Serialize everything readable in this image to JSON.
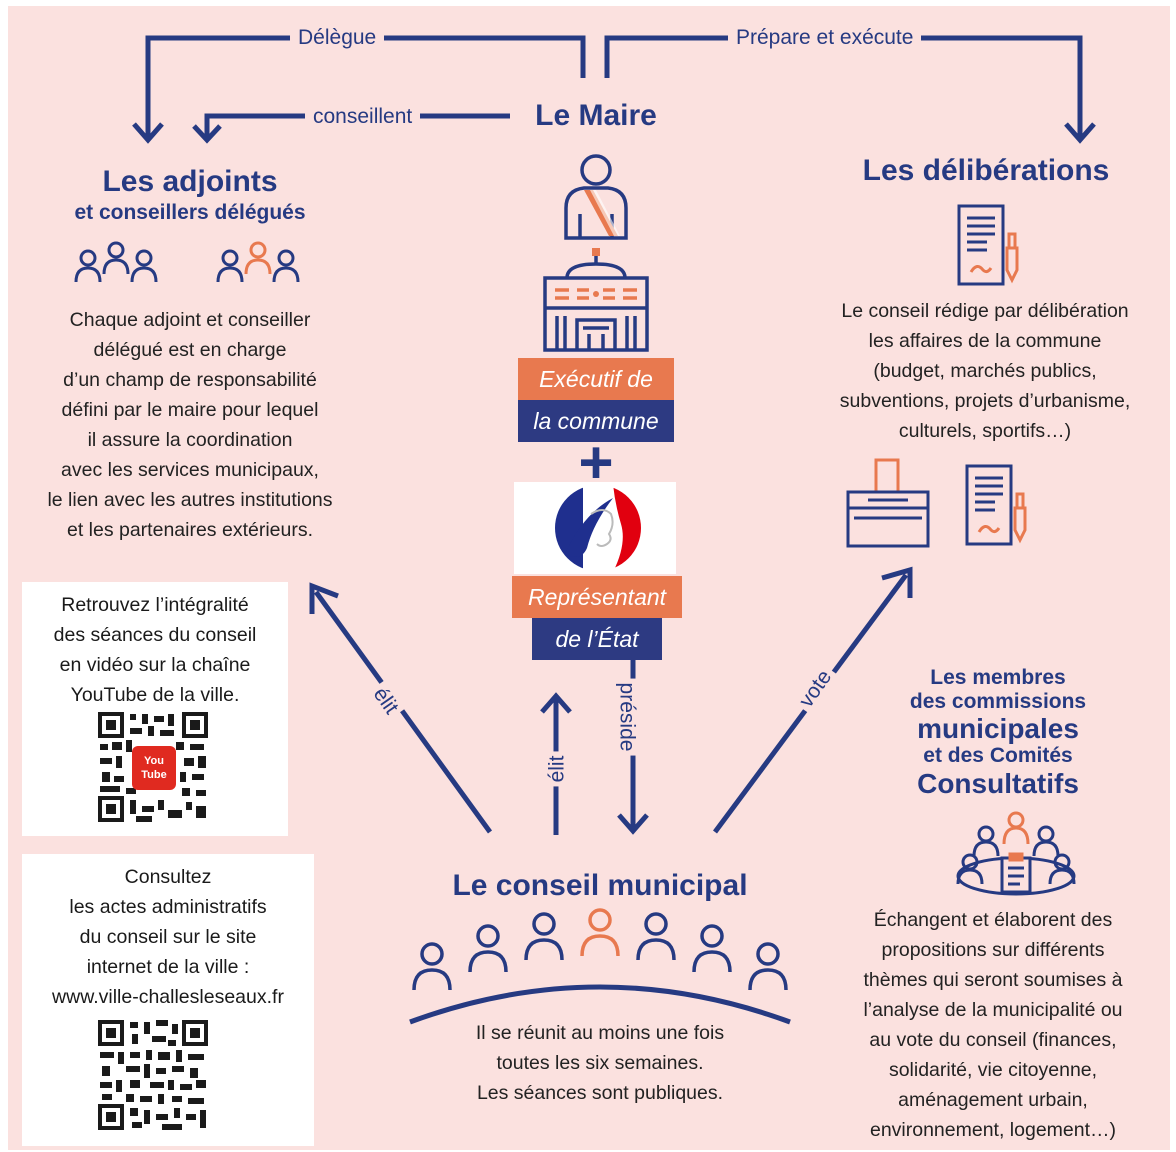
{
  "labels": {
    "delegue": "Délègue",
    "prepare": "Prépare et exécute",
    "conseillent": "conseillent",
    "elit_left": "élit",
    "elit_mid": "élit",
    "preside": "préside",
    "vote": "vote"
  },
  "maire": {
    "title": "Le Maire",
    "executif_line1": "Exécutif de",
    "executif_line2": "la commune",
    "plus": "+",
    "representant_line1": "Représentant",
    "representant_line2": "de l’État"
  },
  "adjoints": {
    "title_line1": "Les adjoints",
    "title_line2": "et conseillers délégués",
    "text": [
      "Chaque adjoint et conseiller",
      "délégué est en charge",
      "d’un champ de responsabilité",
      "défini par le maire pour lequel",
      "il assure la coordination",
      "avec les services municipaux,",
      "le lien avec les autres institutions",
      "et les partenaires extérieurs."
    ]
  },
  "deliberations": {
    "title": "Les délibérations",
    "text": [
      "Le conseil rédige par délibération",
      "les affaires de la commune",
      "(budget, marchés publics,",
      "subventions, projets d’urbanisme,",
      "culturels, sportifs…)"
    ]
  },
  "youtube_box": {
    "text": [
      "Retrouvez l’intégralité",
      "des séances du conseil",
      "en vidéo sur la chaîne",
      "YouTube de la ville."
    ],
    "logo_line1": "You",
    "logo_line2": "Tube"
  },
  "actes_box": {
    "text": [
      "Consultez",
      "les actes administratifs",
      "du conseil sur le site",
      "internet de la ville :",
      "www.ville-challesleseaux.fr"
    ]
  },
  "commissions": {
    "title": [
      {
        "text": "Les membres",
        "size": "small"
      },
      {
        "text": "des commissions",
        "size": "small"
      },
      {
        "text": "municipales",
        "size": "large"
      },
      {
        "text": "et des Comités",
        "size": "small"
      },
      {
        "text": "Consultatifs",
        "size": "large"
      }
    ],
    "text": [
      "Échangent et élaborent des",
      "propositions sur différents",
      "thèmes qui seront soumises à",
      "l’analyse de la municipalité ou",
      "au vote du conseil (finances,",
      "solidarité, vie citoyenne,",
      "aménagement urbain,",
      "environnement, logement…)"
    ]
  },
  "conseil": {
    "title": "Le conseil municipal",
    "text": [
      "Il se réunit au moins une fois",
      "toutes les six semaines.",
      "Les séances sont publiques."
    ]
  },
  "icons": {
    "person_group": "people-group-icon",
    "mayor": "mayor-sash-icon",
    "town_hall": "town-hall-icon",
    "marianne": "marianne-icon",
    "document": "document-pen-icon",
    "ballot": "ballot-box-icon",
    "meeting": "meeting-table-icon",
    "qr": "qr-code-icon"
  },
  "colors": {
    "navy": "#263a82",
    "orange": "#e8794f",
    "background": "#fbe1df"
  }
}
